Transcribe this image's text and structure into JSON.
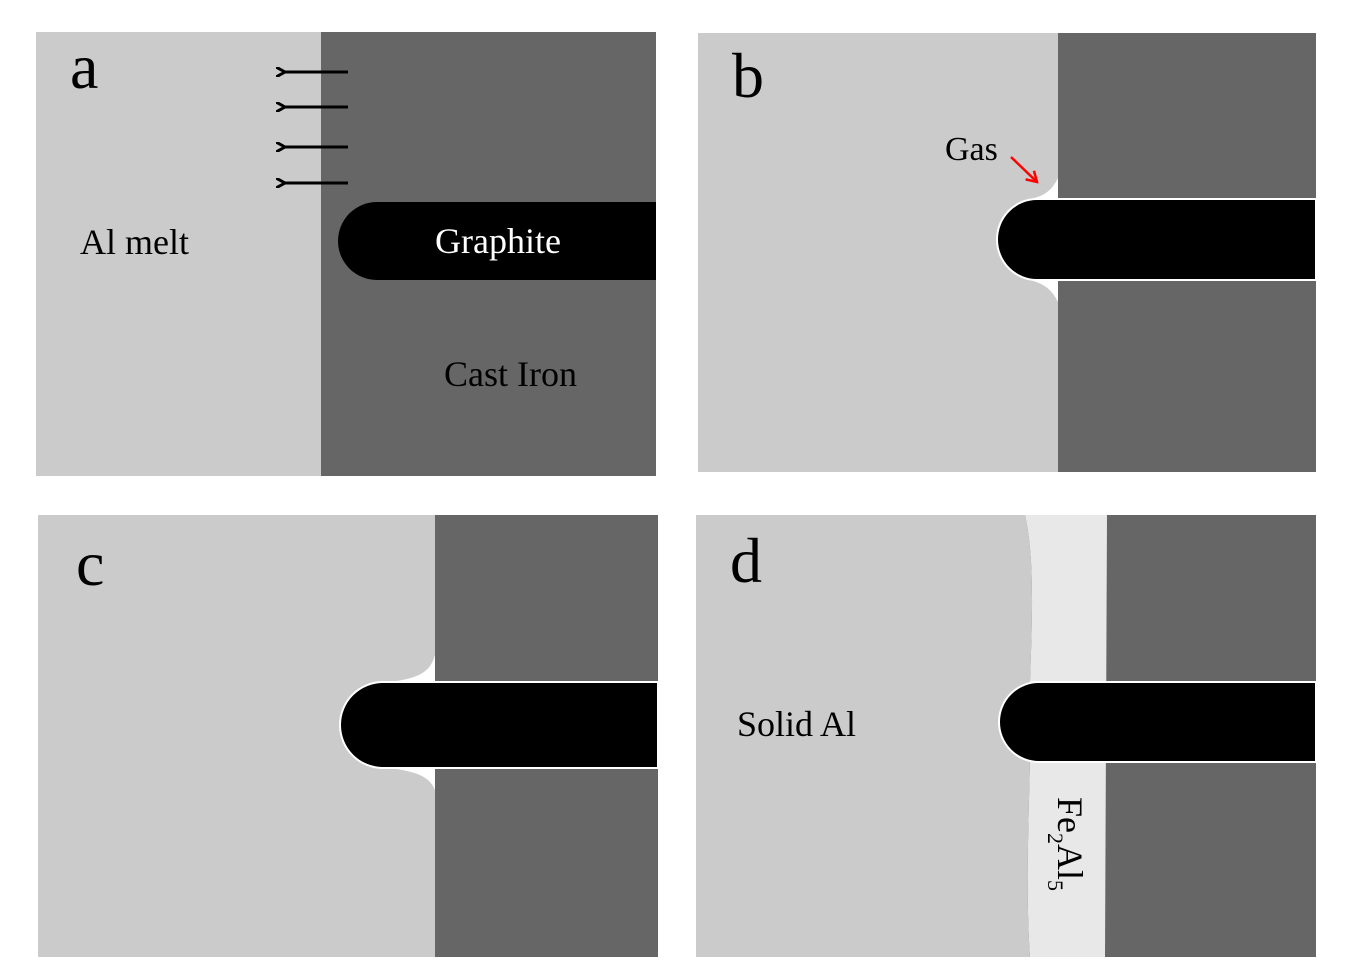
{
  "panels": {
    "a": {
      "letter": "a",
      "melt_label": "Al melt",
      "graphite_label": "Graphite",
      "iron_label": "Cast Iron"
    },
    "b": {
      "letter": "b",
      "gas_label": "Gas"
    },
    "c": {
      "letter": "c"
    },
    "d": {
      "letter": "d",
      "solid_label": "Solid Al",
      "phase_main": "Fe",
      "phase_sub1": "2",
      "phase_mid": "Al",
      "phase_sub2": "5"
    }
  },
  "colors": {
    "aluminum": "#cbcbcb",
    "cast_iron": "#666666",
    "graphite": "#000000",
    "intermetallic": "#e8e8e8",
    "gas_arrow": "#ff0000"
  }
}
